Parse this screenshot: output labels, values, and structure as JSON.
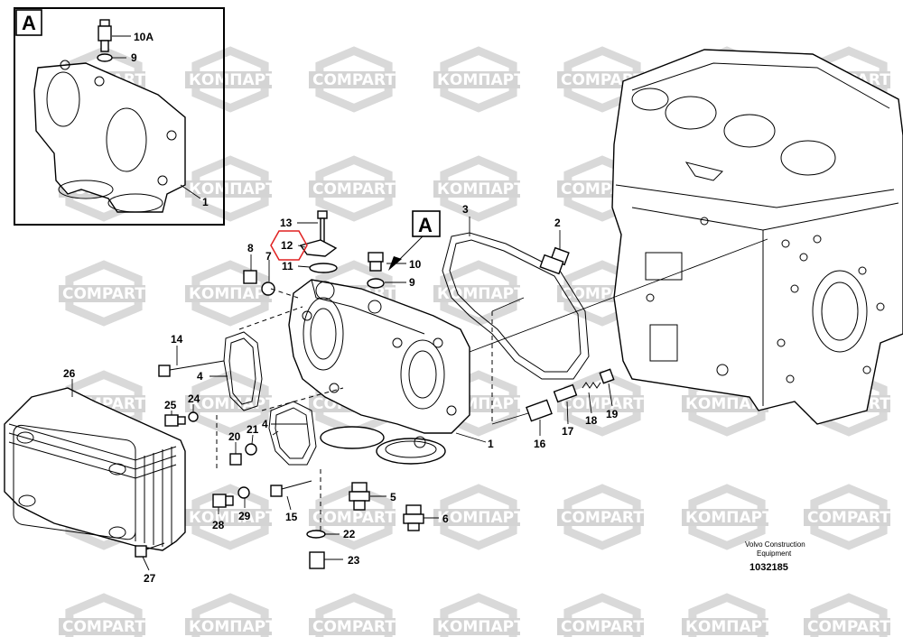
{
  "watermark": {
    "latin": "COMPART",
    "cyrillic": "КОМПАРТ"
  },
  "inset": {
    "letter": "A",
    "callouts": [
      "10A",
      "9",
      "1"
    ]
  },
  "view_marker": {
    "letter": "A"
  },
  "callouts": [
    "1",
    "2",
    "3",
    "4",
    "5",
    "6",
    "7",
    "8",
    "9",
    "10",
    "11",
    "12",
    "13",
    "14",
    "15",
    "16",
    "17",
    "18",
    "19",
    "20",
    "21",
    "22",
    "23",
    "24",
    "25",
    "26",
    "27",
    "28",
    "29"
  ],
  "extra_callouts": [
    "1",
    "4"
  ],
  "brand": {
    "line1": "Volvo Construction",
    "line2": "Equipment"
  },
  "document_number": "1032185",
  "highlight_color": "#e02020"
}
